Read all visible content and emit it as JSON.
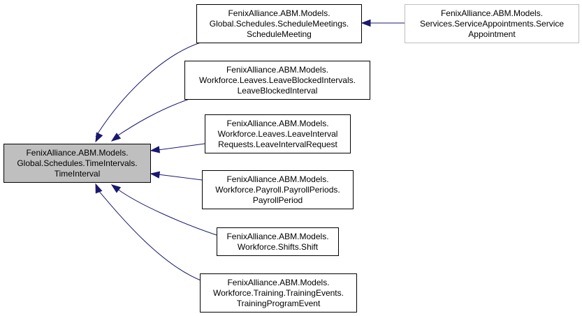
{
  "colors": {
    "edge": "#191970",
    "focus_fill": "#bfbfbf",
    "node_border": "#000000",
    "external_border": "#bfbfbf",
    "background": "#ffffff"
  },
  "nodes": [
    {
      "id": "time-interval",
      "role": "focus",
      "lines": [
        "FenixAlliance.ABM.Models.",
        "Global.Schedules.TimeIntervals.",
        "TimeInterval"
      ]
    },
    {
      "id": "schedule-meeting",
      "role": "normal",
      "lines": [
        "FenixAlliance.ABM.Models.",
        "Global.Schedules.ScheduleMeetings.",
        "ScheduleMeeting"
      ]
    },
    {
      "id": "service-appointment",
      "role": "external",
      "lines": [
        "FenixAlliance.ABM.Models.",
        "Services.ServiceAppointments.Service",
        "Appointment"
      ]
    },
    {
      "id": "leave-blocked-interval",
      "role": "normal",
      "lines": [
        "FenixAlliance.ABM.Models.",
        "Workforce.Leaves.LeaveBlockedIntervals.",
        "LeaveBlockedInterval"
      ]
    },
    {
      "id": "leave-interval-request",
      "role": "normal",
      "lines": [
        "FenixAlliance.ABM.Models.",
        "Workforce.Leaves.LeaveInterval",
        "Requests.LeaveIntervalRequest"
      ]
    },
    {
      "id": "payroll-period",
      "role": "normal",
      "lines": [
        "FenixAlliance.ABM.Models.",
        "Workforce.Payroll.PayrollPeriods.",
        "PayrollPeriod"
      ]
    },
    {
      "id": "shift",
      "role": "normal",
      "lines": [
        "FenixAlliance.ABM.Models.",
        "Workforce.Shifts.Shift"
      ]
    },
    {
      "id": "training-program-event",
      "role": "normal",
      "lines": [
        "FenixAlliance.ABM.Models.",
        "Workforce.Training.TrainingEvents.",
        "TrainingProgramEvent"
      ]
    }
  ],
  "edges": [
    {
      "from": "schedule-meeting",
      "to": "time-interval"
    },
    {
      "from": "leave-blocked-interval",
      "to": "time-interval"
    },
    {
      "from": "leave-interval-request",
      "to": "time-interval"
    },
    {
      "from": "payroll-period",
      "to": "time-interval"
    },
    {
      "from": "shift",
      "to": "time-interval"
    },
    {
      "from": "training-program-event",
      "to": "time-interval"
    },
    {
      "from": "service-appointment",
      "to": "schedule-meeting"
    }
  ]
}
